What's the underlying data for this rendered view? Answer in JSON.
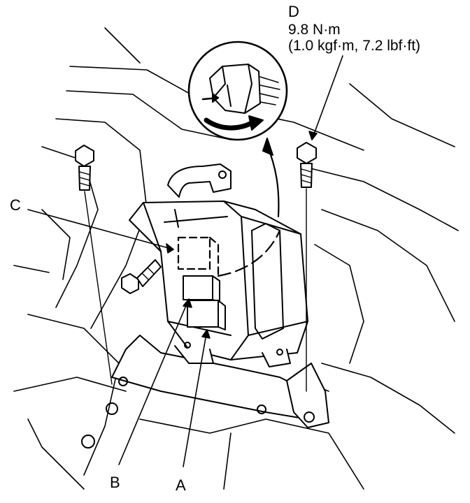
{
  "callouts": {
    "a": "A",
    "b": "B",
    "c": "C",
    "d": "D"
  },
  "torque_spec": {
    "line1": "9.8 N·m",
    "line2": "(1.0 kgf·m, 7.2 lbf·ft)"
  },
  "colors": {
    "ink": "#000000",
    "paper": "#ffffff"
  }
}
